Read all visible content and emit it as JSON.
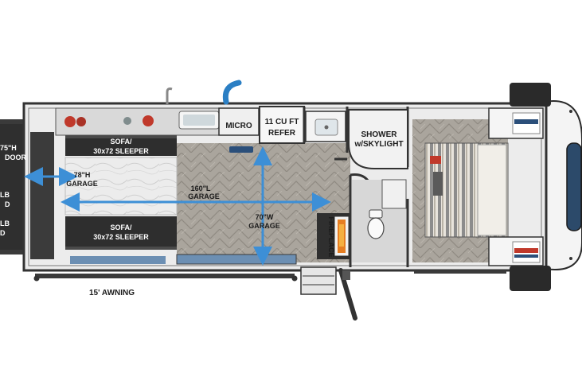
{
  "labels": {
    "rear_door_height": "75\"H",
    "rear_door": "DOOR",
    "rear_lb_1": "LB",
    "rear_door_2": "D",
    "rear_lb_2": "LB",
    "rear_lb_3": "D",
    "sofa_top_line1": "SOFA/",
    "sofa_top_line2": "30x72 SLEEPER",
    "sofa_bottom_line1": "SOFA/",
    "sofa_bottom_line2": "30x72 SLEEPER",
    "garage_height_line1": "78\"H",
    "garage_height_line2": "GARAGE",
    "garage_length_line1": "160\"L",
    "garage_length_line2": "GARAGE",
    "garage_width_line1": "70\"W",
    "garage_width_line2": "GARAGE",
    "micro": "MICRO",
    "refer_line1": "11 CU FT",
    "refer_line2": "REFER",
    "shower_line1": "SHOWER",
    "shower_line2": "w/SKYLIGHT",
    "fireplace": "FIREPLACE",
    "awning": "15' AWNING"
  },
  "colors": {
    "wall": "#3a3a3a",
    "floor": "#a9a49c",
    "dimension_arrow": "#3d8fd6",
    "sofa": "#2e2e2e",
    "marble": "#e9e9e9",
    "bed_stripe": "#8c8c8c",
    "fireplace": "#d85a20",
    "chair_red": "#c0392b",
    "vent_blue": "#2b7fc4"
  }
}
